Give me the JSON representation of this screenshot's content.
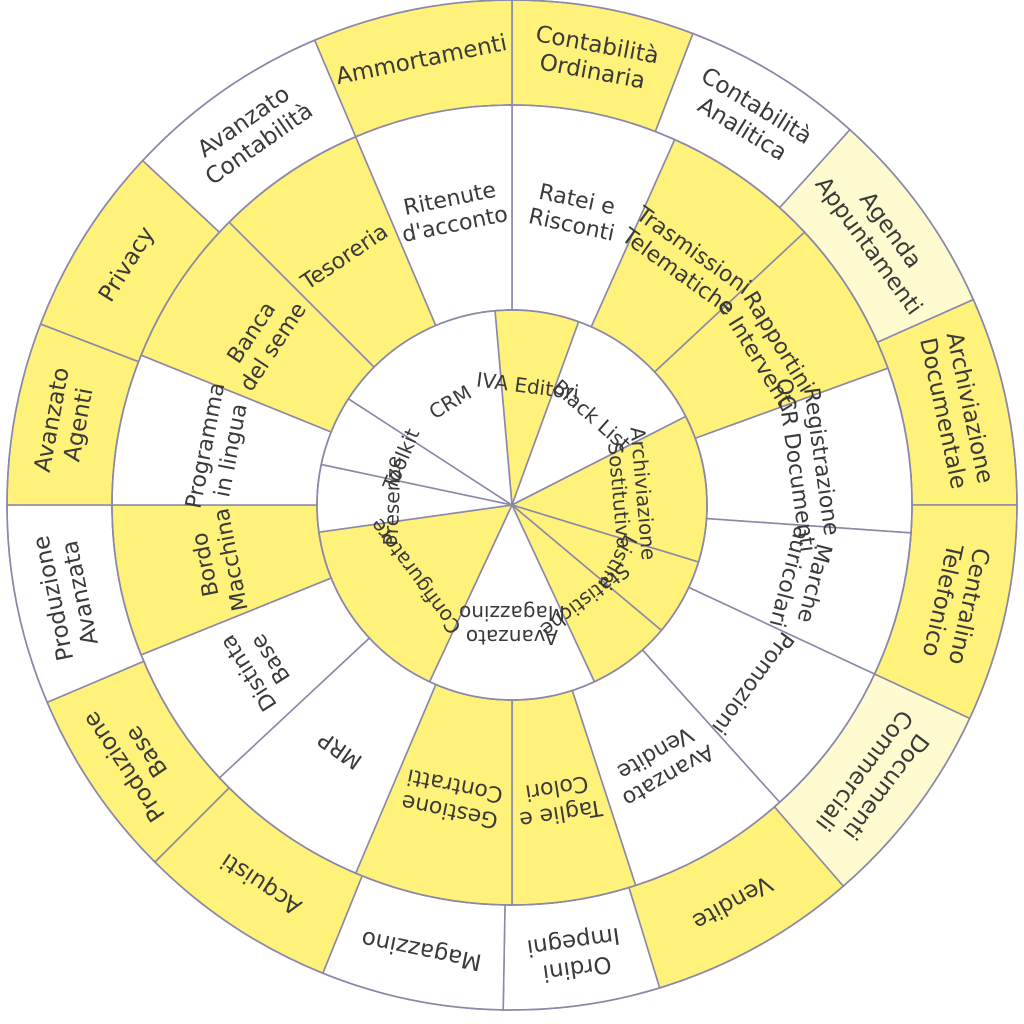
{
  "colors": {
    "yellow": "#fff27a",
    "yellow_light": "#fffbd0",
    "white": "#ffffff",
    "line": "#8b88a8",
    "text": "#3a3a3a"
  },
  "inner_ring": [
    {
      "label": "IVA Editori",
      "fill": "yellow",
      "from": 265,
      "to": 290
    },
    {
      "label": "Black List",
      "fill": "white",
      "from": 290,
      "to": 333
    },
    {
      "label": "Archiviazione\nSostitutiva",
      "fill": "yellow",
      "from": 333,
      "to": 17
    },
    {
      "label": "Listini",
      "fill": "yellow",
      "from": 17,
      "to": 40
    },
    {
      "label": "Statistiche",
      "fill": "yellow",
      "from": 40,
      "to": 65
    },
    {
      "label": "Avanzato\nMagazzino",
      "fill": "white",
      "from": 65,
      "to": 115
    },
    {
      "label": "Configuratore",
      "fill": "yellow",
      "from": 115,
      "to": 172
    },
    {
      "label": "Presenze",
      "fill": "white",
      "from": 172,
      "to": 192
    },
    {
      "label": "Toolkit",
      "fill": "white",
      "from": 192,
      "to": 213
    },
    {
      "label": "CRM",
      "fill": "white",
      "from": 213,
      "to": 265
    }
  ],
  "middle_ring": [
    {
      "label": "Ratei e\nRisconti",
      "fill": "white",
      "from": 270,
      "to": 294
    },
    {
      "label": "Trasmissioni\nTelematiche",
      "fill": "yellow",
      "from": 294,
      "to": 317
    },
    {
      "label": "Rapportini\ne Interventi",
      "fill": "yellow",
      "from": 317,
      "to": 340
    },
    {
      "label": "Registrazione\nOCR Documenti",
      "fill": "white",
      "from": 340,
      "to": 4
    },
    {
      "label": "Marche\nauricolari",
      "fill": "white",
      "from": 4,
      "to": 25
    },
    {
      "label": "Promozioni",
      "fill": "white",
      "from": 25,
      "to": 48
    },
    {
      "label": "Avanzato\nVendite",
      "fill": "white",
      "from": 48,
      "to": 72
    },
    {
      "label": "Taglie e\nColori",
      "fill": "yellow",
      "from": 72,
      "to": 90
    },
    {
      "label": "Gestione\nContratti",
      "fill": "yellow",
      "from": 90,
      "to": 113
    },
    {
      "label": "MRP",
      "fill": "white",
      "from": 113,
      "to": 137
    },
    {
      "label": "Distinta\nBase",
      "fill": "white",
      "from": 137,
      "to": 158
    },
    {
      "label": "Bordo\nMacchina",
      "fill": "yellow",
      "from": 158,
      "to": 180
    },
    {
      "label": "Programma\nin lingua",
      "fill": "white",
      "from": 180,
      "to": 202
    },
    {
      "label": "Banca\ndel seme",
      "fill": "yellow",
      "from": 202,
      "to": 225
    },
    {
      "label": "Tesoreria",
      "fill": "yellow",
      "from": 225,
      "to": 247
    },
    {
      "label": "Ritenute\nd'acconto",
      "fill": "white",
      "from": 247,
      "to": 270
    }
  ],
  "outer_ring": [
    {
      "label": "Contabilità\nOrdinaria",
      "fill": "yellow",
      "from": 270,
      "to": 291
    },
    {
      "label": "Contabilità\nAnalitica",
      "fill": "white",
      "from": 291,
      "to": 312
    },
    {
      "label": "Agenda\nAppuntamenti",
      "fill": "yellow_light",
      "from": 312,
      "to": 336
    },
    {
      "label": "Archiviazione\nDocumentale",
      "fill": "yellow",
      "from": 336,
      "to": 360
    },
    {
      "label": "Centralino\nTelefonico",
      "fill": "yellow",
      "from": 0,
      "to": 25
    },
    {
      "label": "Documenti\nCommerciali",
      "fill": "yellow_light",
      "from": 25,
      "to": 49
    },
    {
      "label": "Vendite",
      "fill": "yellow",
      "from": 49,
      "to": 73
    },
    {
      "label": "Ordini\nImpegni",
      "fill": "white",
      "from": 73,
      "to": 91
    },
    {
      "label": "Magazzino",
      "fill": "white",
      "from": 91,
      "to": 112
    },
    {
      "label": "Acquisti",
      "fill": "yellow",
      "from": 112,
      "to": 135
    },
    {
      "label": "Produzione\nBase",
      "fill": "yellow",
      "from": 135,
      "to": 157
    },
    {
      "label": "Produzione\nAvanzata",
      "fill": "white",
      "from": 157,
      "to": 180
    },
    {
      "label": "Avanzato\nAgenti",
      "fill": "yellow",
      "from": 180,
      "to": 201
    },
    {
      "label": "Privacy",
      "fill": "yellow",
      "from": 201,
      "to": 223
    },
    {
      "label": "Avanzato\nContabilità",
      "fill": "white",
      "from": 223,
      "to": 247
    },
    {
      "label": "Ammortamenti",
      "fill": "yellow",
      "from": 247,
      "to": 270
    }
  ]
}
